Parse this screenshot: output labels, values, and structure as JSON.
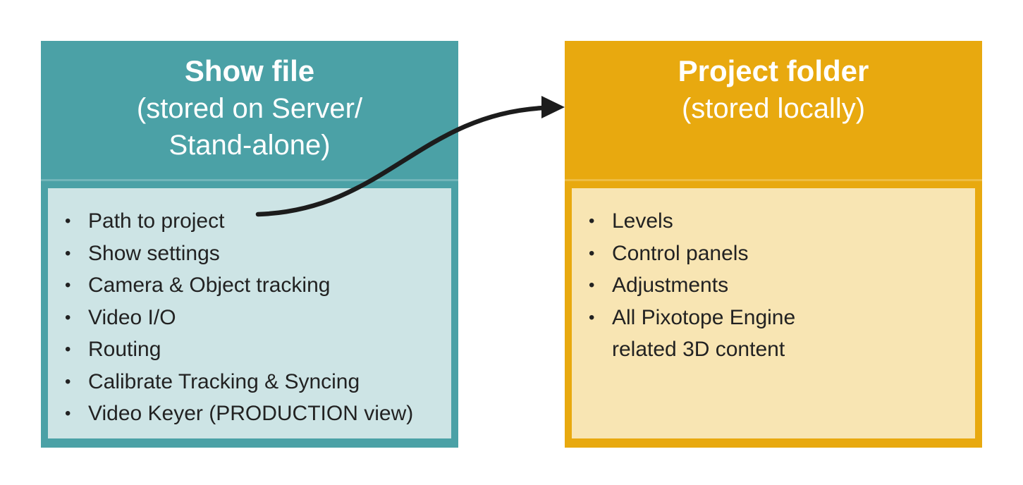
{
  "diagram": {
    "left_box": {
      "title": "Show file",
      "subtitle": "(stored on Server/\nStand-alone)",
      "items": [
        "Path to project",
        "Show settings",
        "Camera & Object tracking",
        "Video I/O",
        "Routing",
        "Calibrate Tracking & Syncing",
        "Video Keyer (PRODUCTION view)"
      ],
      "header_color": "#4ba1a6",
      "body_color": "#cde4e5"
    },
    "right_box": {
      "title": "Project folder",
      "subtitle": "(stored locally)",
      "items": [
        "Levels",
        "Control panels",
        "Adjustments",
        "All Pixotope Engine\nrelated 3D content"
      ],
      "header_color": "#e8a90f",
      "body_color": "#f8e5b3"
    },
    "arrow": {
      "from": "Path to project",
      "to": "Project folder",
      "color": "#1c1c1c"
    }
  }
}
